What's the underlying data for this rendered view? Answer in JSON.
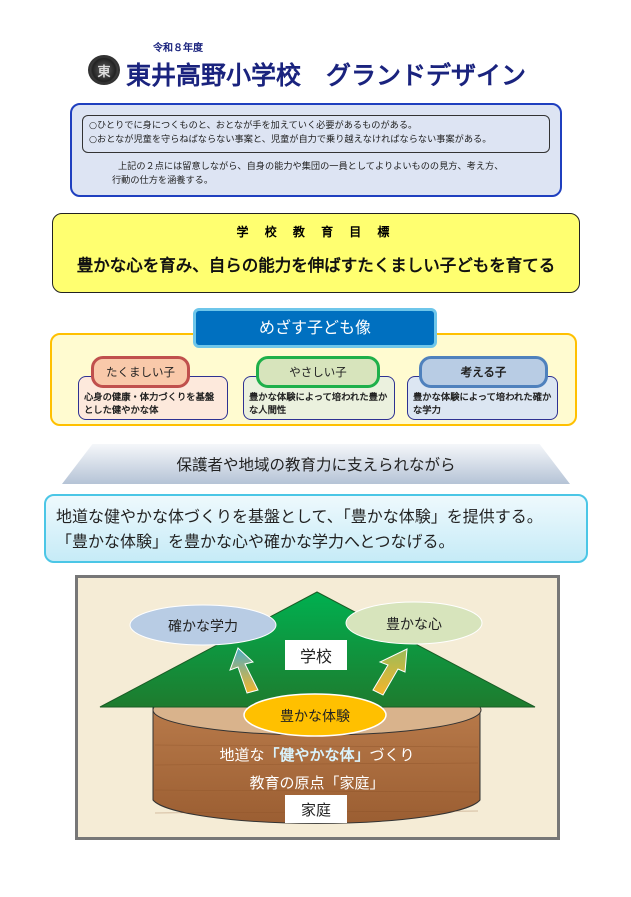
{
  "header": {
    "year": "令和８年度",
    "logo_char": "東",
    "title": "東井高野小学校　グランドデザイン"
  },
  "premise": {
    "lines": [
      "○ひとりでに身につくものと、おとなが手を加えていく必要があるものがある。",
      "○おとなが児童を守らねばならない事案と、児童が自力で乗り越えなければならない事案がある。"
    ],
    "body": [
      "上記の２点には留意しながら、自身の能力や集団の一員としてよりよいものの見方、考え方、",
      "行動の仕方を涵養する。"
    ]
  },
  "goal": {
    "heading": "学 校 教 育 目 標",
    "text": "豊かな心を育み、自らの能力を伸ばすたくましい子どもを育てる"
  },
  "aim": {
    "title": "めざす子ども像",
    "cards": [
      {
        "label": "たくましい子",
        "desc": "心身の健康・体力づくりを基盤とした健やかな体"
      },
      {
        "label": "やさしい子",
        "desc": "豊かな体験によって培われた豊かな人間性"
      },
      {
        "label": "考える子",
        "desc": "豊かな体験によって培われた確かな学力"
      }
    ]
  },
  "support": "保護者や地域の教育力に支えられながら",
  "policy": [
    "地道な健やかな体づくりを基盤として、「豊かな体験」を提供する。",
    "「豊かな体験」を豊かな心や確かな学力へとつなげる。"
  ],
  "diagram": {
    "left_goal": "確かな学力",
    "right_goal": "豊かな心",
    "school": "学校",
    "experience": "豊かな体験",
    "line1_pre": "地道な",
    "line1_em": "「健やかな体」",
    "line1_post": "づくり",
    "line2": "教育の原点「家庭」",
    "home": "家庭"
  }
}
